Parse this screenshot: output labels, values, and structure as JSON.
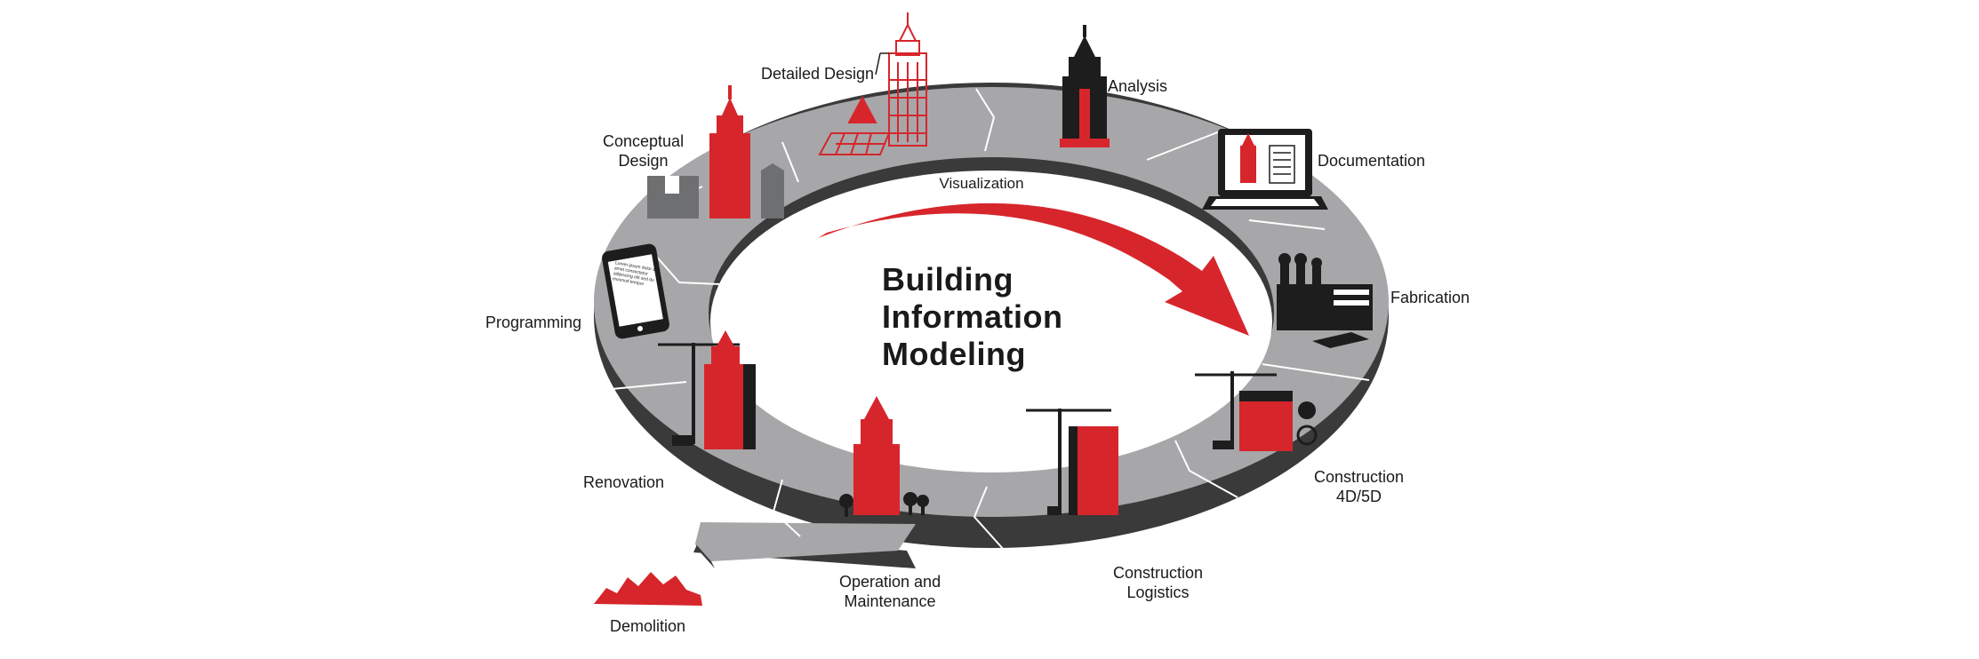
{
  "title": {
    "line1": "Building",
    "line2": "Information",
    "line3": "Modeling"
  },
  "cycle_label": "Visualization",
  "stages": {
    "detailed_design": "Detailed Design",
    "analysis": "Analysis",
    "conceptual_design_1": "Conceptual",
    "conceptual_design_2": "Design",
    "documentation": "Documentation",
    "fabrication": "Fabrication",
    "programming": "Programming",
    "construction_4d5d_1": "Construction",
    "construction_4d5d_2": "4D/5D",
    "renovation": "Renovation",
    "operation_1": "Operation and",
    "operation_2": "Maintenance",
    "logistics_1": "Construction",
    "logistics_2": "Logistics",
    "demolition": "Demolition"
  },
  "phone_text": "Lorem ipsum dolor sit amet consectetur adipiscing elit sed do eiusmod tempor",
  "colors": {
    "ring": "#a7a7a9",
    "ring_shadow": "#3a3a3a",
    "accent": "#d6262c",
    "dark": "#1d1d1d",
    "gray_building": "#6e6f71"
  }
}
